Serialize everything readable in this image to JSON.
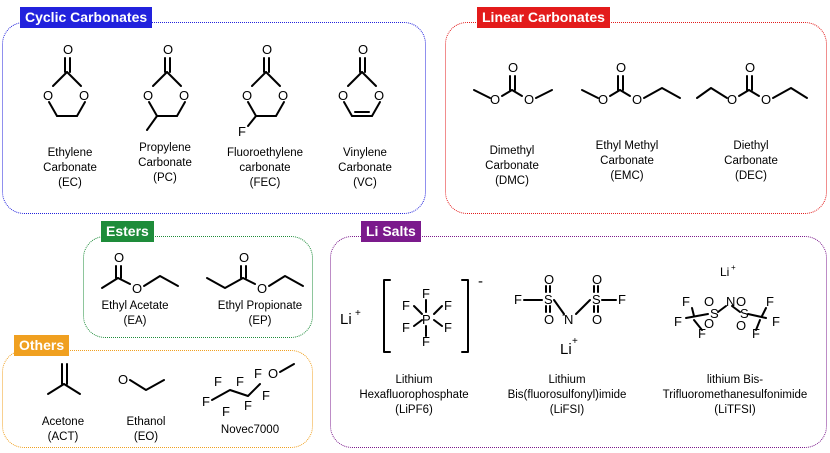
{
  "colors": {
    "cyclic": "#2222dd",
    "linear": "#e31b1b",
    "esters": "#1e8c3a",
    "salts": "#7b1a8c",
    "others": "#f0a020"
  },
  "panels": {
    "cyclic": {
      "title": "Cyclic Carbonates",
      "items": [
        {
          "lines": [
            "Ethylene",
            "Carbonate",
            "(EC)"
          ]
        },
        {
          "lines": [
            "Propylene",
            "Carbonate",
            "(PC)"
          ]
        },
        {
          "lines": [
            "Fluoroethylene",
            "carbonate",
            "(FEC)"
          ]
        },
        {
          "lines": [
            "Vinylene",
            "Carbonate",
            "(VC)"
          ]
        }
      ]
    },
    "linear": {
      "title": "Linear Carbonates",
      "items": [
        {
          "lines": [
            "Dimethyl",
            "Carbonate",
            "(DMC)"
          ]
        },
        {
          "lines": [
            "Ethyl Methyl",
            "Carbonate",
            "(EMC)"
          ]
        },
        {
          "lines": [
            "Diethyl",
            "Carbonate",
            "(DEC)"
          ]
        }
      ]
    },
    "esters": {
      "title": "Esters",
      "items": [
        {
          "lines": [
            "Ethyl Acetate",
            "(EA)"
          ]
        },
        {
          "lines": [
            "Ethyl Propionate",
            "(EP)"
          ]
        }
      ]
    },
    "salts": {
      "title": "Li Salts",
      "items": [
        {
          "lines": [
            "Lithium",
            "Hexafluorophosphate",
            "(LiPF6)"
          ]
        },
        {
          "lines": [
            "Lithium",
            "Bis(fluorosulfonyl)imide",
            "(LiFSI)"
          ]
        },
        {
          "lines": [
            "lithium Bis-",
            "Trifluoromethanesulfonimide",
            "(LiTFSI)"
          ]
        }
      ]
    },
    "others": {
      "title": "Others",
      "items": [
        {
          "lines": [
            "Acetone",
            "(ACT)"
          ]
        },
        {
          "lines": [
            "Ethanol",
            "(EO)"
          ]
        },
        {
          "lines": [
            "Novec7000"
          ]
        }
      ]
    }
  },
  "atoms": {
    "O": "O",
    "F": "F",
    "P": "P",
    "S": "S",
    "N": "N",
    "Li": "Li",
    "plus": "+",
    "minus": "-"
  }
}
